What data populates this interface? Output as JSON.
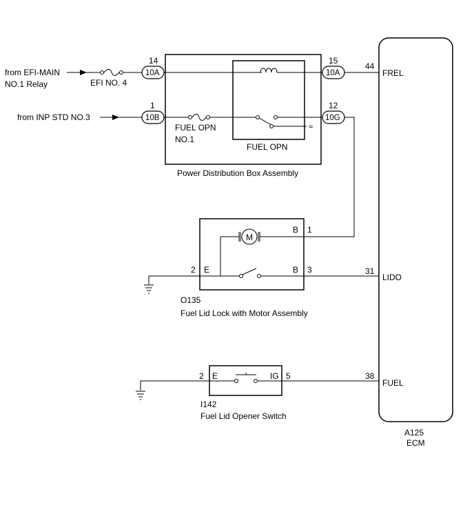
{
  "inputs": {
    "efi_main": {
      "line1": "from EFI-MAIN",
      "line2": "NO.1 Relay"
    },
    "inp_std": {
      "label": "from INP STD NO.3"
    }
  },
  "power_distribution_box": {
    "title": "Power Distribution Box Assembly",
    "fuse_efi": "EFI NO. 4",
    "fuse_fuel_opn_line1": "FUEL OPN",
    "fuse_fuel_opn_line2": "NO.1",
    "relay": "FUEL OPN",
    "connectors": {
      "c14": {
        "pin": "14",
        "conn": "10A"
      },
      "c1": {
        "pin": "1",
        "conn": "10B"
      },
      "c15": {
        "pin": "15",
        "conn": "10A"
      },
      "c12": {
        "pin": "12",
        "conn": "10G"
      }
    }
  },
  "fuel_lid_lock": {
    "code": "O135",
    "name": "Fuel Lid Lock with Motor Assembly",
    "motor": "M",
    "terminal_b_top": "B",
    "pin_b_top": "1",
    "terminal_e": "E",
    "pin_e": "2",
    "terminal_b_bottom": "B",
    "pin_b_bottom": "3"
  },
  "fuel_lid_opener_switch": {
    "code": "I142",
    "name": "Fuel Lid Opener Switch",
    "terminal_e": "E",
    "pin_e": "2",
    "terminal_ig": "IG",
    "pin_ig": "5"
  },
  "ecm": {
    "code": "A125",
    "name": "ECM",
    "pins": [
      {
        "pin": "44",
        "signal": "FREL"
      },
      {
        "pin": "31",
        "signal": "LIDO"
      },
      {
        "pin": "38",
        "signal": "FUEL"
      }
    ]
  }
}
